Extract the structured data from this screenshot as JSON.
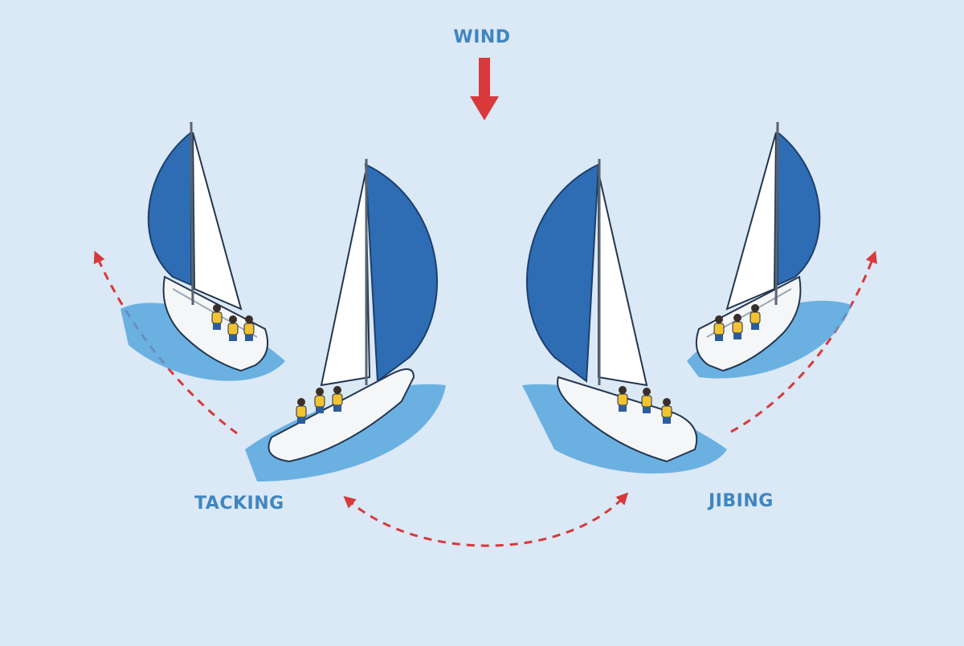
{
  "labels": {
    "wind": "WIND",
    "tacking": "TACKING",
    "jibing": "JIBING"
  },
  "colors": {
    "background": "#dbe8f5",
    "arrow_red": "#d8393b",
    "label_blue": "#3f86c1",
    "spinnaker_blue": "#2e6db3",
    "water": "#4ea3dd",
    "hull": "#f4f6f8",
    "crew_yellow": "#f2c230"
  },
  "icons": {
    "wind_arrow": "down-arrow",
    "maneuver_paths": "dashed-curved-arrows",
    "boats": "sailboat-with-spinnaker"
  }
}
